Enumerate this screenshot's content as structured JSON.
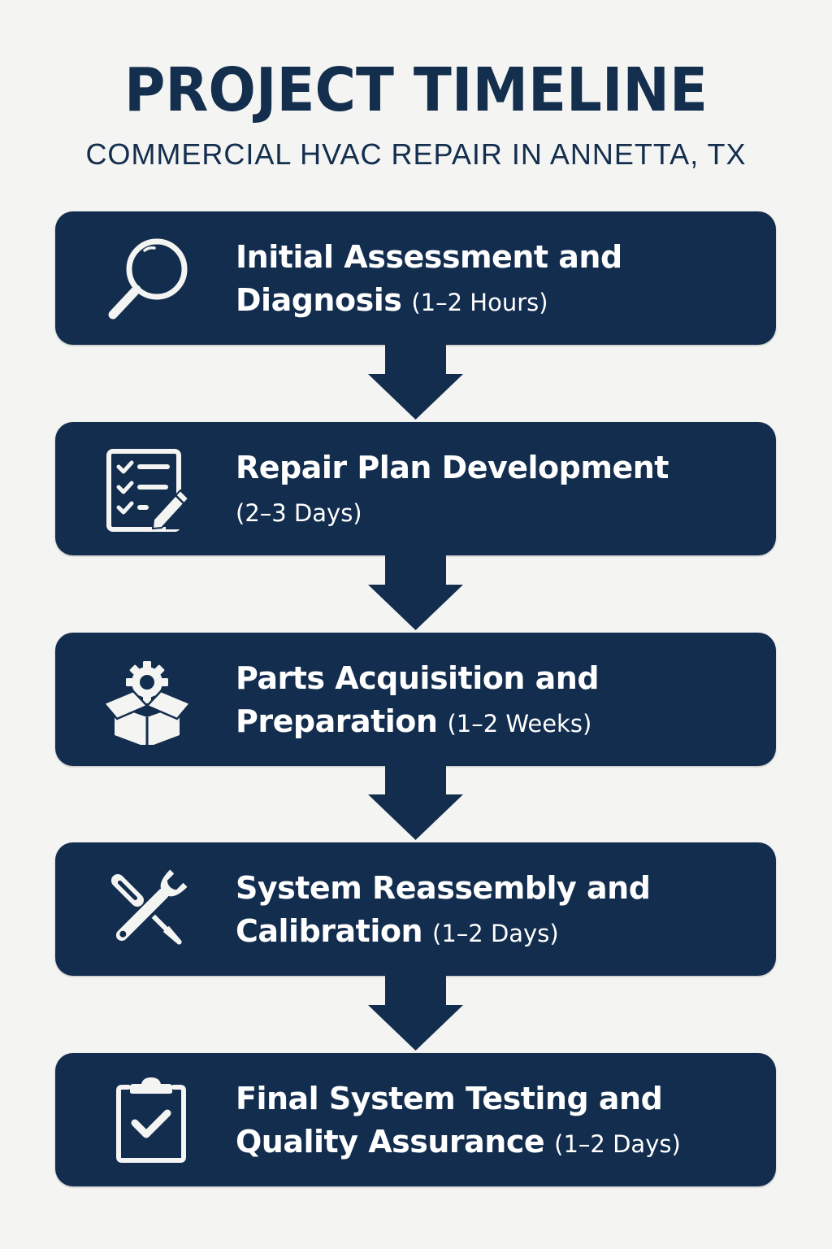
{
  "header": {
    "title": "PROJECT TIMELINE",
    "subtitle": "COMMERCIAL HVAC REPAIR IN ANNETTA, TX"
  },
  "colors": {
    "background": "#f4f4f2",
    "box": "#132d4e",
    "title": "#142e4e",
    "box_text": "#ffffff"
  },
  "steps": [
    {
      "icon": "magnifying-glass-icon",
      "title_line1": "Initial Assessment and",
      "title_line2": "Diagnosis",
      "duration": "(1–2 Hours)"
    },
    {
      "icon": "checklist-pencil-icon",
      "title_line1": "Repair Plan Development",
      "title_line2": "",
      "duration": "(2–3 Days)"
    },
    {
      "icon": "gear-box-icon",
      "title_line1": "Parts Acquisition and",
      "title_line2": "Preparation",
      "duration": "(1–2 Weeks)"
    },
    {
      "icon": "wrench-screwdriver-icon",
      "title_line1": "System Reassembly and",
      "title_line2": "Calibration",
      "duration": "(1–2 Days)"
    },
    {
      "icon": "clipboard-check-icon",
      "title_line1": "Final System Testing and",
      "title_line2": "Quality Assurance",
      "duration": "(1–2 Days)"
    }
  ],
  "arrows": [
    {
      "icon": "down-arrow-icon"
    },
    {
      "icon": "down-arrow-icon"
    },
    {
      "icon": "down-arrow-icon"
    },
    {
      "icon": "down-arrow-icon"
    }
  ]
}
